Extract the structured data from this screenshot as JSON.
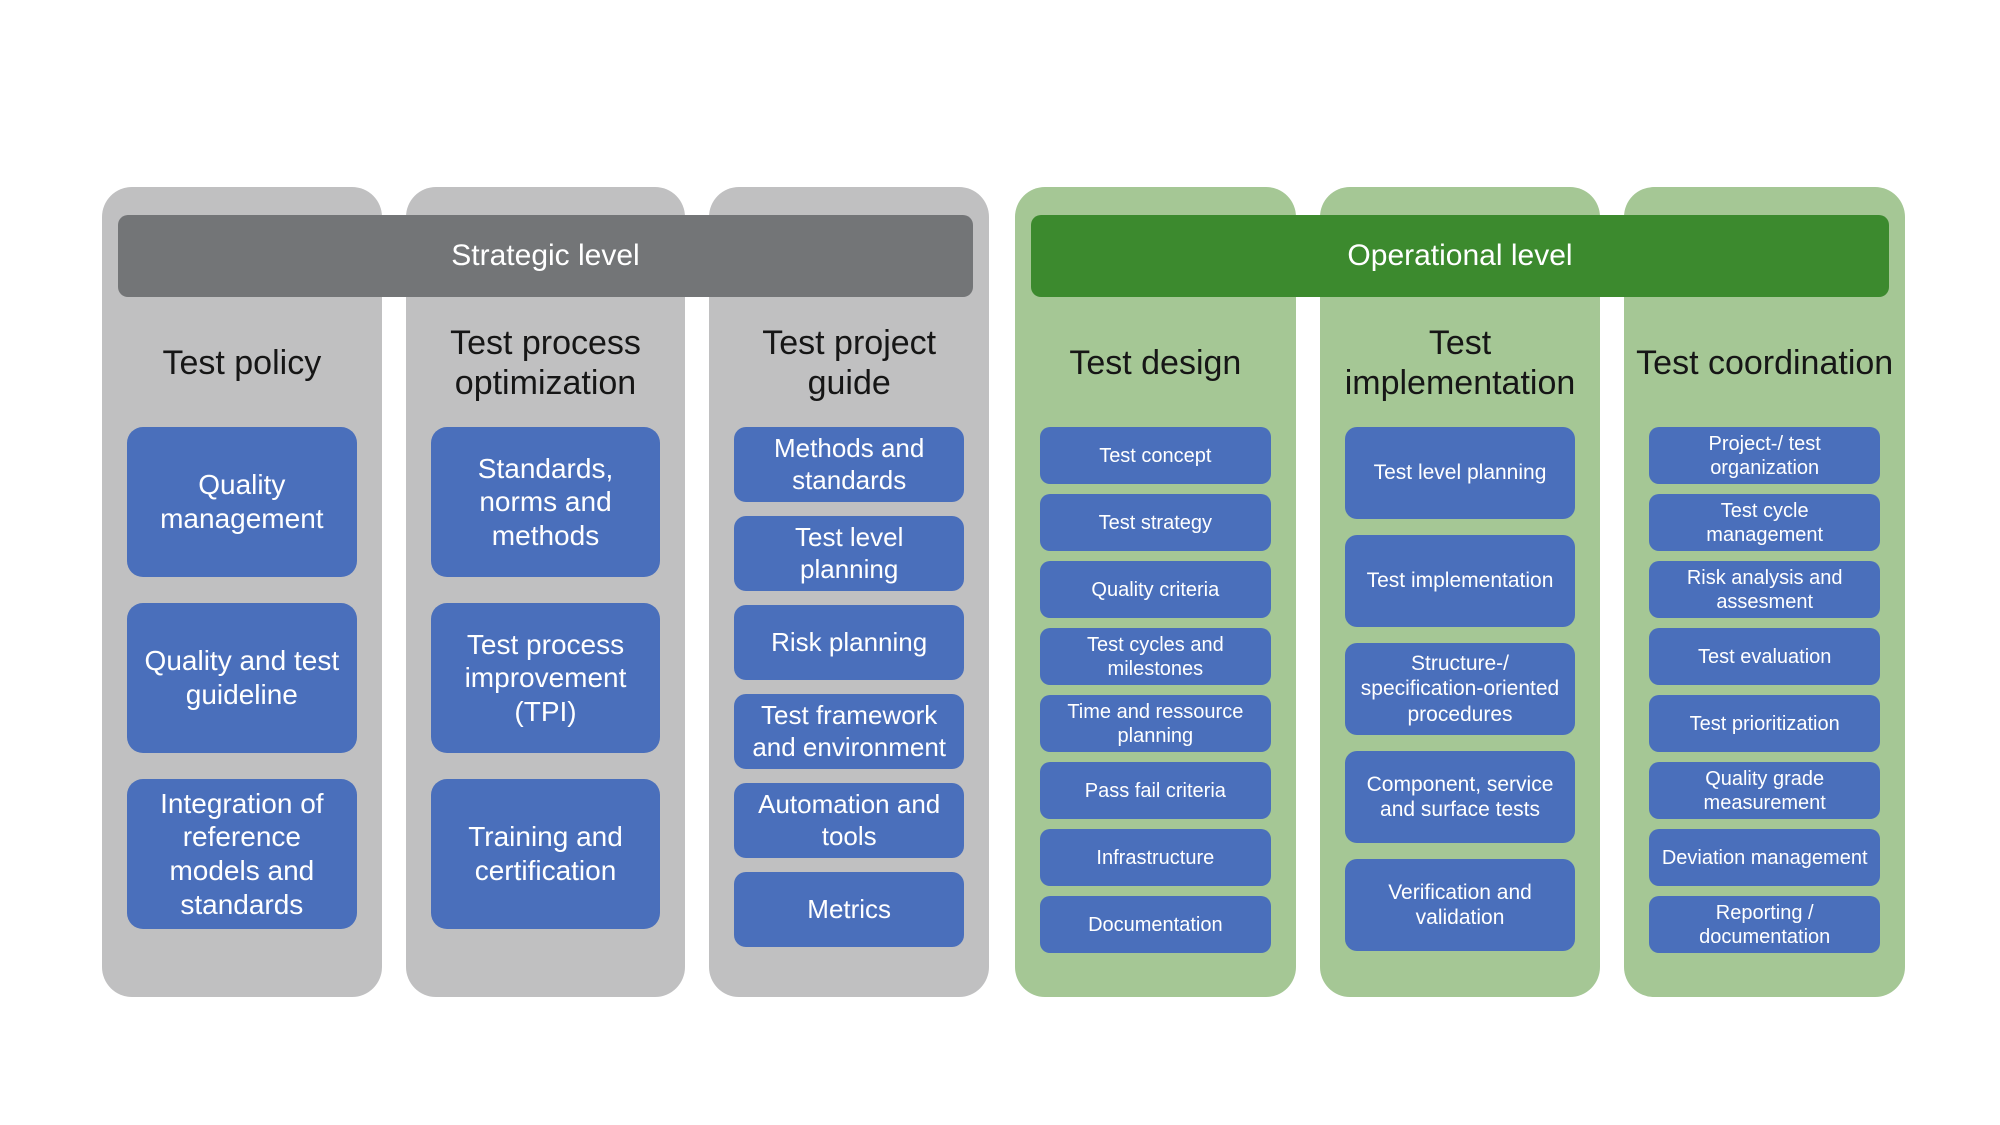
{
  "strategic": {
    "label": "Strategic level",
    "columns": [
      {
        "title": "Test policy",
        "items": [
          "Quality management",
          "Quality and test guideline",
          "Integration of reference models and standards"
        ]
      },
      {
        "title": "Test process optimization",
        "items": [
          "Standards, norms and methods",
          "Test process improvement (TPI)",
          "Training and certification"
        ]
      },
      {
        "title": "Test project guide",
        "items": [
          "Methods and standards",
          "Test level planning",
          "Risk planning",
          "Test framework and environment",
          "Automation and tools",
          "Metrics"
        ]
      }
    ]
  },
  "operational": {
    "label": "Operational level",
    "columns": [
      {
        "title": "Test design",
        "items": [
          "Test concept",
          "Test strategy",
          "Quality criteria",
          "Test cycles and milestones",
          "Time and ressource planning",
          "Pass fail criteria",
          "Infrastructure",
          "Documentation"
        ]
      },
      {
        "title": "Test implementation",
        "items": [
          "Test level planning",
          "Test implementation",
          "Structure-/ specification-oriented procedures",
          "Component, service and surface tests",
          "Verification and validation"
        ]
      },
      {
        "title": "Test coordination",
        "items": [
          "Project-/ test organization",
          "Test cycle management",
          "Risk analysis and assesment",
          "Test evaluation",
          "Test prioritization",
          "Quality grade measurement",
          "Deviation management",
          "Reporting / documentation"
        ]
      }
    ]
  },
  "colors": {
    "strategic_bar": "#737577",
    "strategic_column_bg": "#c0c0c1",
    "operational_bar": "#3c8a2e",
    "operational_column_bg": "#a5c795",
    "item_box": "#4a6fbb",
    "title_text": "#161616",
    "bar_text": "#ffffff",
    "item_text": "#ffffff"
  }
}
